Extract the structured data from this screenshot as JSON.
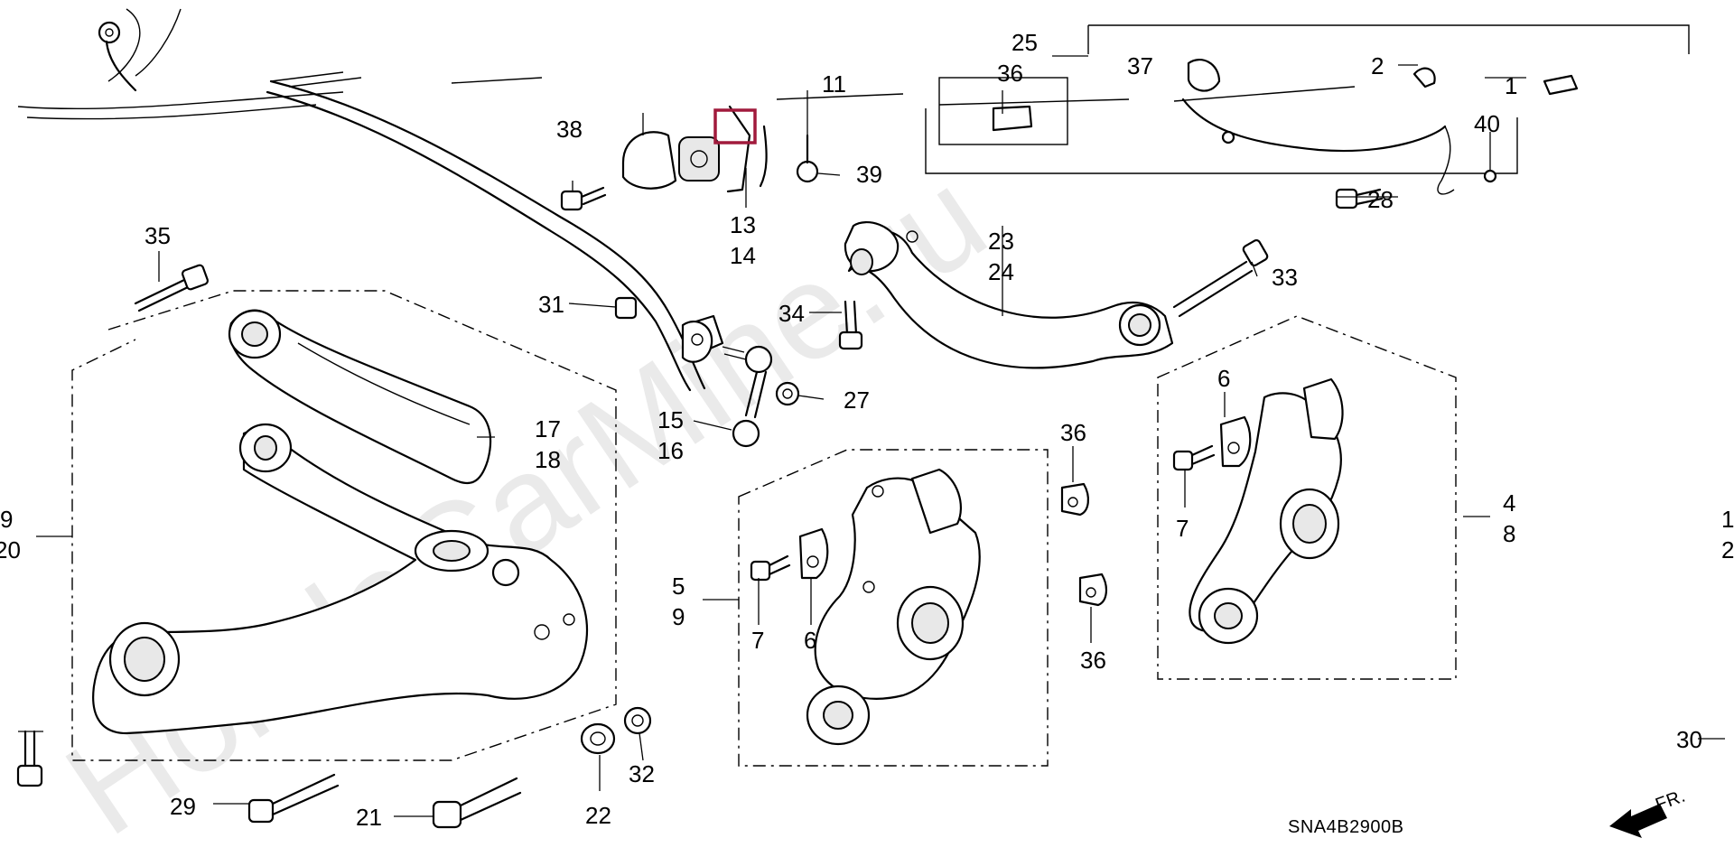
{
  "watermark": "HondaCarMine.ru",
  "diagram_code": "SNA4B2900B",
  "front_label": "FR.",
  "callouts": {
    "c1": "1",
    "c2": "2",
    "c4": "4",
    "c5": "5",
    "c6a": "6",
    "c6b": "6",
    "c7a": "7",
    "c7b": "7",
    "c8": "8",
    "c9": "9",
    "c9l": "9",
    "c11": "11",
    "c13": "13",
    "c14": "14",
    "c15": "15",
    "c16": "16",
    "c17": "17",
    "c18": "18",
    "c20": "20",
    "c21": "21",
    "c22": "22",
    "c23": "23",
    "c24": "24",
    "c25": "25",
    "c27": "27",
    "c28": "28",
    "c29": "29",
    "c30": "30",
    "c31": "31",
    "c32": "32",
    "c33": "33",
    "c34": "34",
    "c35": "35",
    "c36": "36",
    "c36a": "36",
    "c36b": "36",
    "c37": "37",
    "c38": "38",
    "c39": "39",
    "c40": "40",
    "cr1": "1",
    "cr2": "2"
  },
  "colors": {
    "highlight": "#a11a3c",
    "ink": "#000000",
    "watermark": "#d9d9d9"
  }
}
